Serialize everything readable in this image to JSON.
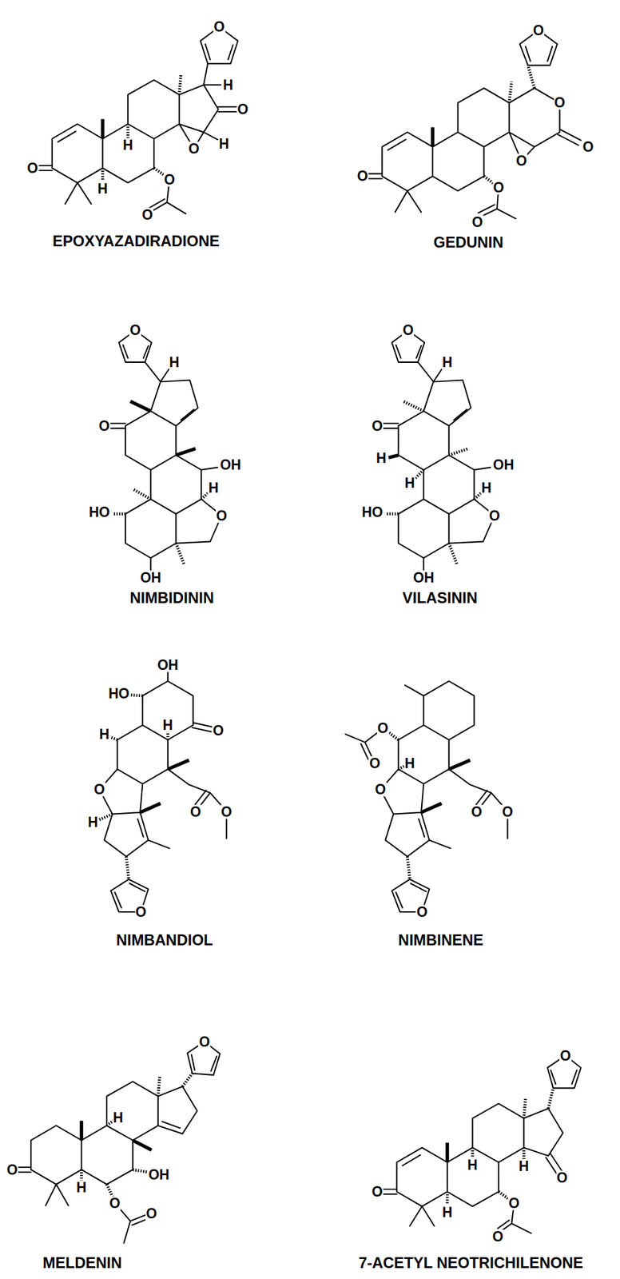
{
  "diagram": {
    "labels": [
      "O",
      "H",
      "O",
      "O",
      "H",
      "H",
      "O",
      "H",
      "O",
      "O",
      "EPOXYAZADIRADIONE",
      "O",
      "O",
      "O",
      "O",
      "O",
      "O",
      "O",
      "GEDUNIN",
      "O",
      "H",
      "O",
      "OH",
      "H",
      "HO",
      "O",
      "OH",
      "NIMBIDININ",
      "O",
      "H",
      "O",
      "OH",
      "H",
      "H",
      "H",
      "HO",
      "O",
      "OH",
      "VILASININ",
      "OH",
      "HO",
      "H",
      "O",
      "H",
      "O",
      "O",
      "O",
      "H",
      "O",
      "NIMBANDIOL",
      "O",
      "H",
      "O",
      "O",
      "O",
      "O",
      "O",
      "NIMBINENE",
      "O",
      "H",
      "O",
      "OH",
      "H",
      "O",
      "O",
      "MELDENIN",
      "O",
      "O",
      "H",
      "H",
      "O",
      "H",
      "O",
      "O",
      "7-ACETYL NEOTRICHILENONE"
    ]
  }
}
